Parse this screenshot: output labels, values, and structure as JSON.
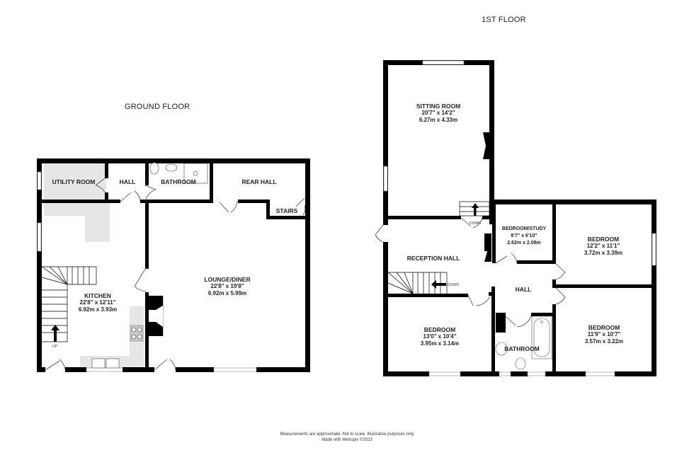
{
  "floors": {
    "ground": {
      "title": "GROUND FLOOR",
      "rooms": {
        "utility": {
          "name": "UTILITY ROOM"
        },
        "hall": {
          "name": "HALL"
        },
        "bathroom": {
          "name": "BATHROOM"
        },
        "rear_hall": {
          "name": "REAR HALL"
        },
        "stairs": {
          "name": "STAIRS"
        },
        "kitchen": {
          "name": "KITCHEN",
          "imperial": "22'8\"  x 12'11\"",
          "metric": "6.92m  x 3.93m"
        },
        "lounge": {
          "name": "LOUNGE/DINER",
          "imperial": "22'8\"  x 19'8\"",
          "metric": "6.92m  x 5.99m"
        }
      },
      "stair_label": "UP"
    },
    "first": {
      "title": "1ST FLOOR",
      "rooms": {
        "sitting": {
          "name": "SITTING ROOM",
          "imperial": "20'7\"  x 14'2\"",
          "metric": "6.27m  x 4.33m"
        },
        "reception_hall": {
          "name": "RECEPTION HALL"
        },
        "study": {
          "name": "BEDROOM/STUDY",
          "imperial": "8'7\"  x 6'10\"",
          "metric": "2.62m  x 2.08m"
        },
        "bedroom1": {
          "name": "BEDROOM",
          "imperial": "12'2\"  x 11'1\"",
          "metric": "3.72m  x 3.39m"
        },
        "hall": {
          "name": "HALL"
        },
        "bedroom2": {
          "name": "BEDROOM",
          "imperial": "13'0\"  x 10'4\"",
          "metric": "3.95m  x 3.14m"
        },
        "bathroom": {
          "name": "BATHROOM"
        },
        "bedroom3": {
          "name": "BEDROOM",
          "imperial": "11'9\"  x 10'7\"",
          "metric": "3.57m  x 3.22m"
        }
      },
      "stair_label_down_1": "DOWN",
      "stair_label_down_2": "DOWN"
    }
  },
  "footer": {
    "line1": "Measurements are approximate.  Not to scale.  Illustrative purposes only",
    "line2": "Made with Metropix ©2023"
  },
  "colors": {
    "wall": "#000000",
    "fill": "#e6e6e6",
    "text": "#222222"
  }
}
